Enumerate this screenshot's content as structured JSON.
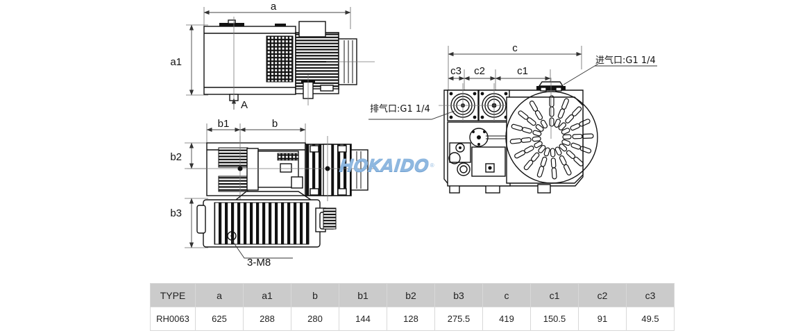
{
  "brand": {
    "name": "HOKAIDO",
    "registered": "®",
    "color": "#8fb8e0"
  },
  "annotations": {
    "inlet": "进气口:G1 1/4",
    "exhaust": "排气口:G1 1/4",
    "thread": "3-M8",
    "view_arrow": "A"
  },
  "dimensions": {
    "a": "a",
    "a1": "a1",
    "b": "b",
    "b1": "b1",
    "b2": "b2",
    "b3": "b3",
    "c": "c",
    "c1": "c1",
    "c2": "c2",
    "c3": "c3"
  },
  "spec_table": {
    "headers": [
      "TYPE",
      "a",
      "a1",
      "b",
      "b1",
      "b2",
      "b3",
      "c",
      "c1",
      "c2",
      "c3"
    ],
    "rows": [
      [
        "RH0063",
        "625",
        "288",
        "280",
        "144",
        "128",
        "275.5",
        "419",
        "150.5",
        "91",
        "49.5"
      ]
    ],
    "header_bg": "#cbcbcb",
    "row_bg": "#ffffff"
  }
}
